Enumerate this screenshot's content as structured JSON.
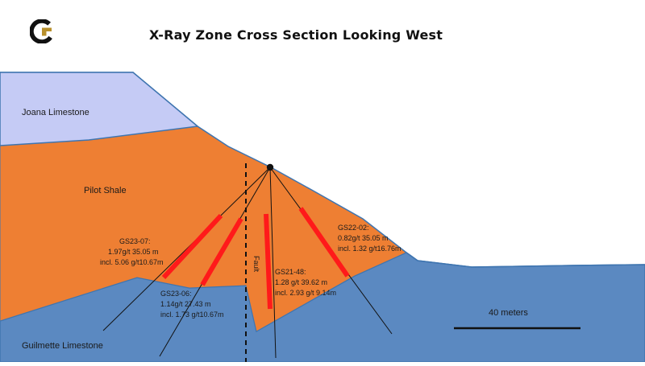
{
  "title": "X-Ray Zone Cross Section Looking West",
  "colors": {
    "limestone_light": "#c5cbf5",
    "shale": "#ee7f33",
    "guilmette": "#5b89c1",
    "outline": "#3f75b0",
    "intercept": "#ff1a1a",
    "logo_gold": "#b8902c"
  },
  "logo": {
    "icon": "company-logo-icon"
  },
  "units": {
    "joana": "Joana Limestone",
    "pilot": "Pilot Shale",
    "guilmette": "Guilmette Limestone"
  },
  "fault_label": "Fault",
  "scale_bar": {
    "label": "40 meters"
  },
  "drill_holes": [
    {
      "id": "GS23-07",
      "lines": [
        "GS23-07:",
        "1.97g/t 35.05 m",
        "incl. 5.06 g/t10.67m"
      ]
    },
    {
      "id": "GS23-06",
      "lines": [
        "GS23-06:",
        "1.14g/t 27.43 m",
        "incl. 1.73 g/t10.67m"
      ]
    },
    {
      "id": "GS21-48",
      "lines": [
        "GS21-48:",
        "1.28 g/t 39.62 m",
        "incl. 2.93 g/t 9.14m"
      ]
    },
    {
      "id": "GS22-02",
      "lines": [
        "GS22-02:",
        "0.82g/t 35.05 m",
        "incl. 1.32 g/t16.76m"
      ]
    }
  ]
}
